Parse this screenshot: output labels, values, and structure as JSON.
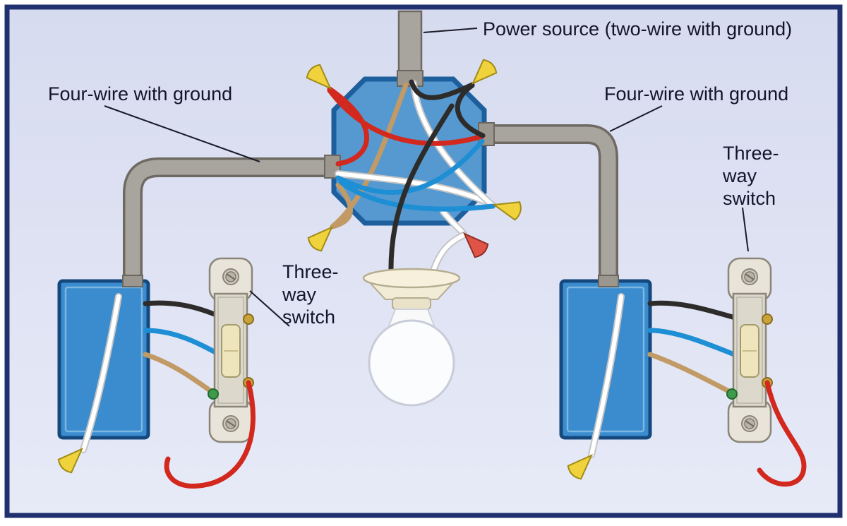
{
  "labels": {
    "power_source": "Power source (two-wire with ground)",
    "four_wire_left": "Four-wire with ground",
    "four_wire_right": "Four-wire with ground",
    "three_way_left": {
      "line1": "Three-",
      "line2": "way",
      "line3": "switch"
    },
    "three_way_right": {
      "line1": "Three-",
      "line2": "way",
      "line3": "switch"
    }
  },
  "colors": {
    "background": "#dce1f2",
    "frame": "#20306e",
    "conduit": "#a8a49e",
    "junction_box": "#5599d0",
    "electrical_box": "#3b8cce",
    "wire_red": "#d2281e",
    "wire_black": "#2e2c2a",
    "wire_white": "#ffffff",
    "wire_blue": "#1e8fd5",
    "wire_ground": "#c29a66",
    "wire_nut_yellow": "#f0d33c",
    "wire_nut_red": "#e05448",
    "switch_body": "#e6e2d6",
    "toggle": "#efe5bd"
  }
}
